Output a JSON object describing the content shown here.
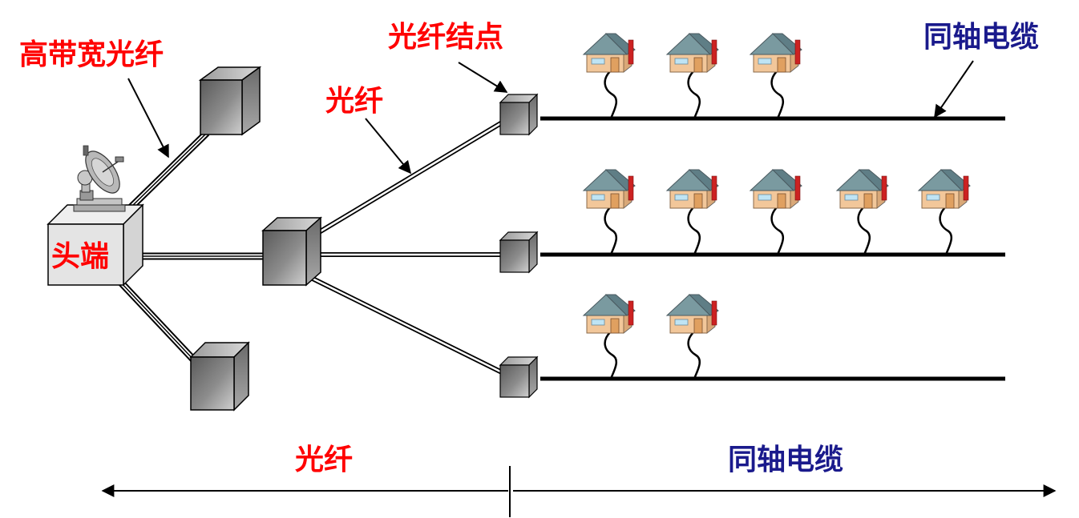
{
  "labels": {
    "high_bandwidth_fiber": "高带宽光纤",
    "fiber": "光纤",
    "fiber_node": "光纤结点",
    "coax_cable": "同轴电缆",
    "headend": "头端",
    "bottom_fiber": "光纤",
    "bottom_coax": "同轴电缆"
  },
  "colors": {
    "label_red": "#ff0000",
    "label_blue": "#1a1a8c",
    "cable": "#000000",
    "box_dark": "#6e6e6e",
    "box_light": "#c8c8c8",
    "headend_box": "#e4e4e4",
    "house_wall": "#f2c79a",
    "house_roof": "#7a9aa0",
    "house_chimney": "#cc2222"
  },
  "coax_lines": [
    {
      "name": "coax-line-top",
      "houses": 3
    },
    {
      "name": "coax-line-middle",
      "houses": 5
    },
    {
      "name": "coax-line-bottom",
      "houses": 2
    }
  ],
  "icons": [
    "satellite-dish-icon",
    "house-icon",
    "cube-icon"
  ]
}
